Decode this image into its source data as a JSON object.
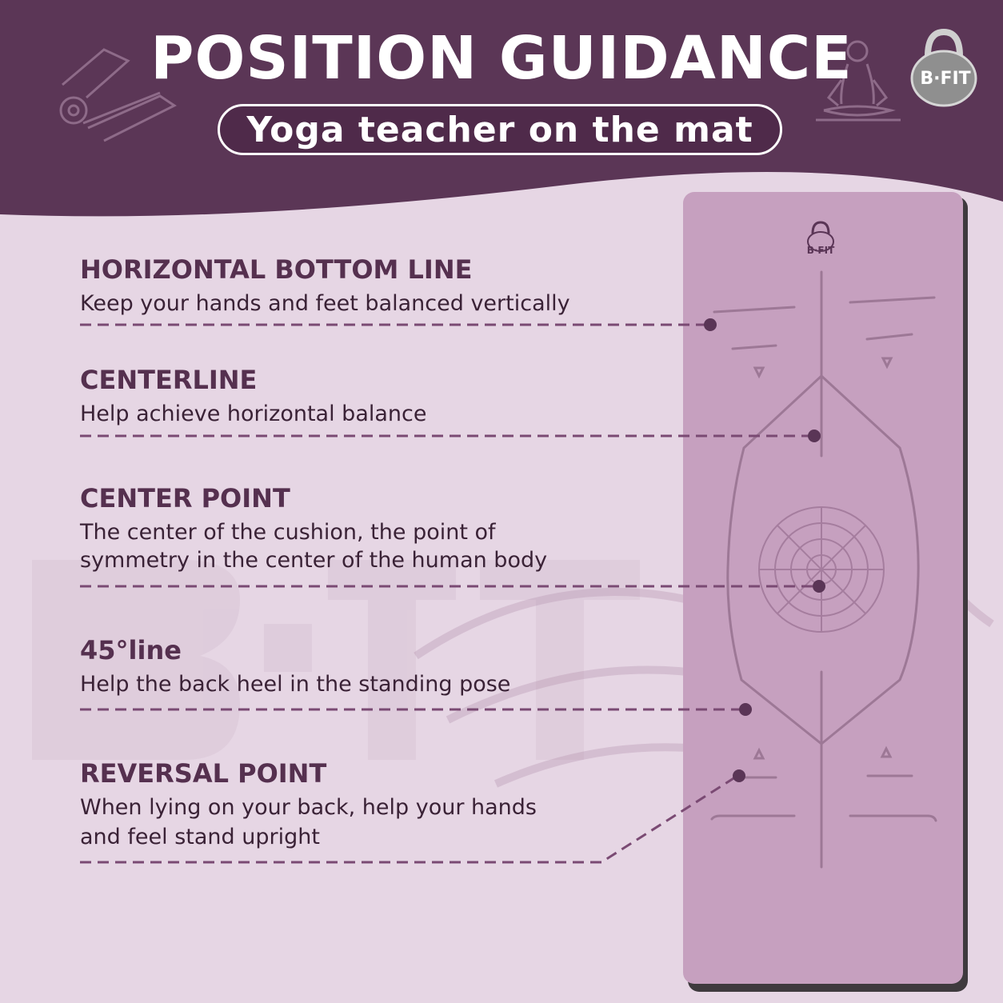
{
  "header": {
    "title": "POSITION GUIDANCE",
    "subtitle": "Yoga teacher on the mat",
    "logo": "B·FIT"
  },
  "mat": {
    "logo": "B·FIT"
  },
  "features": [
    {
      "title": "HORIZONTAL BOTTOM LINE",
      "desc": [
        "Keep your hands and feet balanced vertically"
      ]
    },
    {
      "title": "CENTERLINE",
      "desc": [
        "Help achieve horizontal balance"
      ]
    },
    {
      "title": "CENTER POINT",
      "desc": [
        "The center of the cushion, the point of",
        "symmetry in the center of the human body"
      ]
    },
    {
      "title": "45°line",
      "desc": [
        "Help the back heel in the standing pose"
      ]
    },
    {
      "title": "REVERSAL POINT",
      "desc": [
        "When lying on your back, help your hands",
        "and feel stand upright"
      ]
    }
  ],
  "icons": [
    "rolled-mat-icon",
    "meditation-icon",
    "kettlebell-logo-icon",
    "mandala-icon"
  ],
  "colors": {
    "header": "#5b3656",
    "background": "#e6d6e4",
    "mat": "#c6a0bf",
    "accent": "#55304f"
  }
}
